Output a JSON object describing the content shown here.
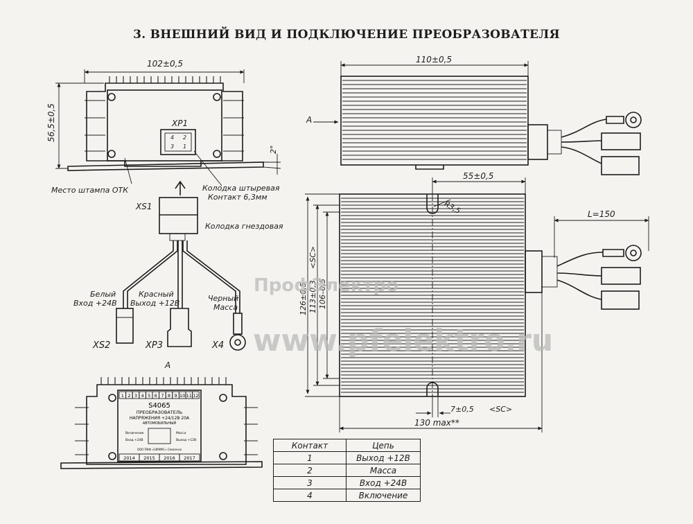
{
  "page_title": "3. ВНЕШНИЙ ВИД И ПОДКЛЮЧЕНИЕ ПРЕОБРАЗОВАТЕЛЯ",
  "dimensions": {
    "width_left": "102±0,5",
    "height_left": "56,5±0,5",
    "angle": "2°",
    "width_top_view": "110±0,5",
    "mount_distance": "55±0,5",
    "radius": "R3,5",
    "cable_length": "L=150",
    "height_1": "126±0,5",
    "height_2": "113±0,3",
    "height_3": "106–0,5",
    "sc_left": "<SC>",
    "offset_bottom": "7±0,5",
    "sc_bottom": "<SC>",
    "total_length": "130 max**"
  },
  "labels": {
    "xp1": "XP1",
    "xs1": "XS1",
    "otk_stamp": "Место штампа ОТК",
    "pin_block_line1": "Колодка штыревая",
    "pin_block_line2": "Контакт 6,3мм",
    "socket_block": "Колодка гнездовая",
    "view_a_arrow": "A",
    "view_a_title": "A"
  },
  "wires": [
    {
      "color": "Белый",
      "function": "Вход +24В",
      "connector": "XS2"
    },
    {
      "color": "Красный",
      "function": "Выход +12В",
      "connector": "XP3"
    },
    {
      "color": "Черный",
      "function": "Масса",
      "connector": "X4"
    }
  ],
  "nameplate": {
    "numbers": [
      "1",
      "2",
      "3",
      "4",
      "5",
      "6",
      "7",
      "8",
      "9",
      "10",
      "11",
      "12"
    ],
    "model": "S4065",
    "name": "ПРЕОБРАЗОВАТЕЛЬ",
    "voltage": "НАПРЯЖЕНИЯ +24/12В 20А",
    "type": "АВТОМОБИЛЬНЫЙ",
    "left_in": "Включение",
    "left_val": "Вход +24В",
    "right_gnd": "Масса",
    "right_out": "Выход +12В",
    "maker": "ООО ПКФ «СИРИУС» Смоленск",
    "years": [
      "2014",
      "2015",
      "2016",
      "2017"
    ]
  },
  "watermark": {
    "brand": "ПрофЭлектро",
    "site": "www.pfelektro.ru"
  },
  "table": {
    "headers": [
      "Контакт",
      "Цепь"
    ],
    "rows": [
      [
        "1",
        "Выход +12В"
      ],
      [
        "2",
        "Масса"
      ],
      [
        "3",
        "Вход +24В"
      ],
      [
        "4",
        "Включение"
      ]
    ]
  }
}
